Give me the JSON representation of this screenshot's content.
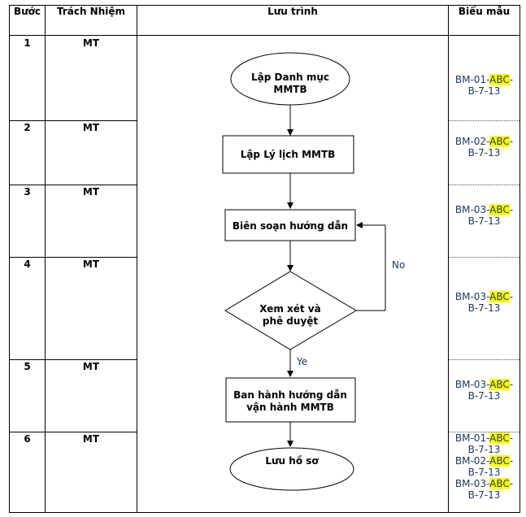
{
  "header": {
    "step": "Bước",
    "responsibility": "Trách Nhiệm",
    "flow": "Lưu trình",
    "form": "Biểu mẫu"
  },
  "rows": [
    {
      "step": "1",
      "owner": "MT",
      "forms": [
        {
          "prefix": "BM-01-",
          "hl": "ABC",
          "dash": "-",
          "suffix": "B-7-13"
        }
      ]
    },
    {
      "step": "2",
      "owner": "MT",
      "forms": [
        {
          "prefix": "BM-02-",
          "hl": "ABC",
          "dash": "-",
          "suffix": "B-7-13"
        }
      ]
    },
    {
      "step": "3",
      "owner": "MT",
      "forms": [
        {
          "prefix": "BM-03-",
          "hl": "ABC",
          "dash": "-",
          "suffix": "B-7-13"
        }
      ]
    },
    {
      "step": "4",
      "owner": "MT",
      "forms": [
        {
          "prefix": "BM-03-",
          "hl": "ABC",
          "dash": "-",
          "suffix": "B-7-13"
        }
      ]
    },
    {
      "step": "5",
      "owner": "MT",
      "forms": [
        {
          "prefix": "BM-03-",
          "hl": "ABC",
          "dash": "-",
          "suffix": "B-7-13"
        }
      ]
    },
    {
      "step": "6",
      "owner": "MT",
      "forms": [
        {
          "prefix": "BM-01-",
          "hl": "ABC",
          "dash": "-",
          "suffix": "B-7-13"
        },
        {
          "prefix": "BM-02-",
          "hl": "ABC",
          "dash": "-",
          "suffix": "B-7-13"
        },
        {
          "prefix": "BM-03-",
          "hl": "ABC",
          "dash": "-",
          "suffix": "B-7-13"
        }
      ]
    }
  ],
  "flowchart": {
    "start": [
      "Lập Danh mục",
      "MMTB"
    ],
    "box1": [
      "Lập Lý lịch MMTB"
    ],
    "box2": [
      "Biên soạn hướng dẫn"
    ],
    "decision": [
      "Xem xét và",
      "phê duyệt"
    ],
    "box3": [
      "Ban hành hướng dẫn",
      "vận hành MMTB"
    ],
    "end": [
      "Lưu hồ sơ"
    ],
    "label_no": "No",
    "label_yes": "Ye"
  }
}
